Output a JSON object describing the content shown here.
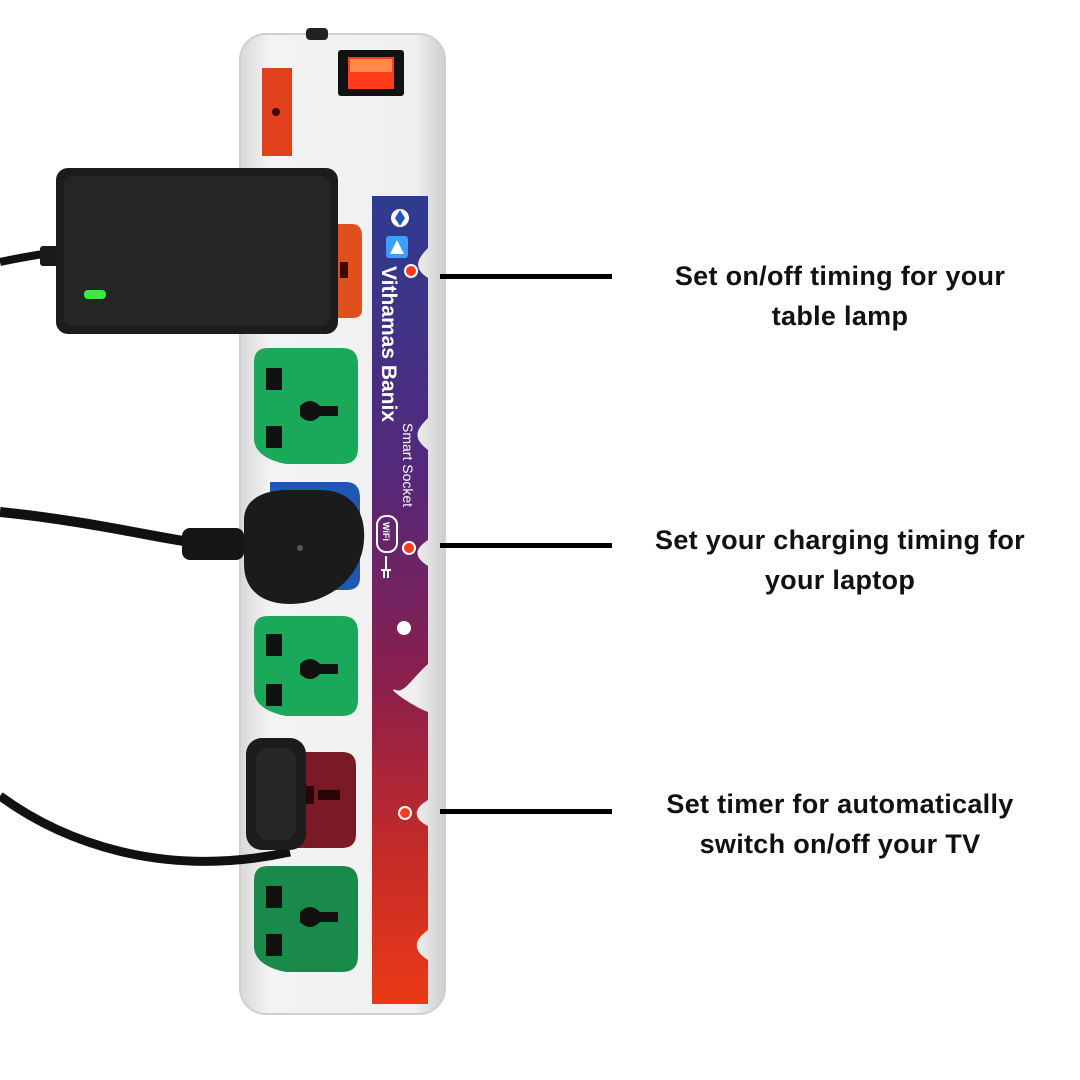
{
  "product": {
    "brand_text": "Vithamas Banix",
    "subtitle_text": "Smart Socket",
    "badge_text": "WiFi"
  },
  "callouts": [
    {
      "line1": "Set on/off timing for your",
      "line2": "table lamp"
    },
    {
      "line1": "Set your charging timing for",
      "line2": "your laptop"
    },
    {
      "line1": "Set timer for automatically",
      "line2": "switch on/off your TV"
    }
  ],
  "colors": {
    "background": "#ffffff",
    "strip_body": "#efefef",
    "socket_green": "#1aa85a",
    "socket_orange": "#e0501f",
    "socket_blue": "#1f57b5",
    "socket_maroon": "#7a1a26",
    "switch_indicator": "#ff3b1a",
    "adapter_led": "#3bea3b",
    "panel_top": "#2e3b8f",
    "panel_mid": "#7a2258",
    "panel_bottom": "#e6361a",
    "text": "#111111"
  },
  "icons": [
    "power-switch-icon",
    "app-logo-icon",
    "wifi-icon",
    "plug-icon",
    "indicator-led-icon"
  ]
}
